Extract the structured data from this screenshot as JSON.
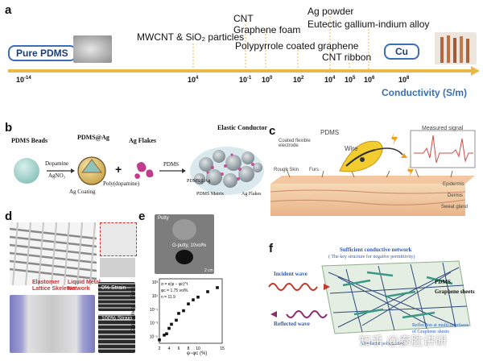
{
  "panels": {
    "a": "a",
    "b": "b",
    "c": "c",
    "d": "d",
    "e": "e",
    "f": "f"
  },
  "panel_a": {
    "materials": [
      {
        "label": "Pure PDMS",
        "boxed": true
      },
      {
        "label": "MWCNT & SiO₂ particles"
      },
      {
        "label": "CNT"
      },
      {
        "label": "Graphene foam"
      },
      {
        "label": "Polypyrrole coated graphene"
      },
      {
        "label": "Ag powder"
      },
      {
        "label": "Eutectic gallium-indium alloy"
      },
      {
        "label": "CNT ribbon"
      },
      {
        "label": "Cu",
        "boxed": true
      }
    ],
    "ticks": [
      {
        "base": "10",
        "exp": "-14"
      },
      {
        "base": "10",
        "exp": "4"
      },
      {
        "base": "10",
        "exp": "-1"
      },
      {
        "base": "10",
        "exp": "0"
      },
      {
        "base": "10",
        "exp": "2"
      },
      {
        "base": "10",
        "exp": "4"
      },
      {
        "base": "10",
        "exp": "5"
      },
      {
        "base": "10",
        "exp": "6"
      },
      {
        "base": "10",
        "exp": "8"
      }
    ],
    "axis_label": "Conductivity (S/m)",
    "colors": {
      "axis": "#e8b84a",
      "accent": "#3a6fb5"
    }
  },
  "panel_b": {
    "title": "Elastic Conductor",
    "pdms_beads": "PDMS Beads",
    "pdms_ag": "PDMS@Ag",
    "ag_flakes": "Ag Flakes",
    "dopamine": "Dopamine",
    "agno3": "AgNO₃",
    "ag_coating": "Ag Coating",
    "poly": "Poly(dopamine)",
    "plus": "+",
    "pdms": "PDMS",
    "pdms_ag_small": "PDMS@Ag",
    "pdms_matrix": "PDMS Matrix",
    "ag_flakes_small": "Ag Flakes"
  },
  "panel_c": {
    "pdms": "PDMS",
    "coated": "Coated flexible\nelectrode",
    "wire": "Wire",
    "signal": "Measured signal",
    "rough": "Rough Skin",
    "furs": "Furs",
    "epidermis": "Epidermis",
    "dermis": "Dermis",
    "sweat": "Sweat gland"
  },
  "panel_d": {
    "elastomer": "Elastomer\nLattice Skeleton",
    "liquid_metal": "Liquid Metal\nNetwork",
    "strain0": "0% Strain",
    "strain100": "100% Strain"
  },
  "panel_e": {
    "putty": "Putty",
    "gputty": "G-putty, 10vol%",
    "eq1": "σ = κ(φ − φc)^t",
    "eq2": "φc = 1.75 vol%",
    "eq3": "n = 11.9",
    "ylabel": "Conductivity, σ (S/m)",
    "xlabel": "φ−φc (%)",
    "scale": "2 cm",
    "xticks": [
      "2",
      "4",
      "6",
      "8",
      "10",
      "15"
    ],
    "yticks": [
      "10³",
      "10¹",
      "10⁻¹",
      "10⁻³",
      "10⁻⁵"
    ]
  },
  "chart_data": {
    "type": "scatter",
    "x": [
      2,
      3,
      3.5,
      4,
      4.5,
      5.5,
      6,
      7,
      8,
      9,
      10,
      12,
      14
    ],
    "y": [
      -5.5,
      -4.8,
      -4.6,
      -3.8,
      -3.2,
      -2.6,
      -1.6,
      -1.2,
      -0.2,
      0.4,
      0.8,
      1.6,
      2.2
    ],
    "ylog": true,
    "xlim": [
      2,
      15
    ],
    "ylim": [
      -6,
      3.5
    ]
  },
  "panel_f": {
    "network": "Sufficient conductive network",
    "network_sub": "( The key structure for negative permittivity)",
    "incident": "Incident wave",
    "reflected": "Reflected wave",
    "pdms": "PDMS",
    "graphene": "Graphene sheets",
    "reflection": "Reflection at multi-interfaces\nof Graphene sheets",
    "polarization": "Interfacial polarization"
  },
  "watermark": "知乎 @泰胜讲研"
}
